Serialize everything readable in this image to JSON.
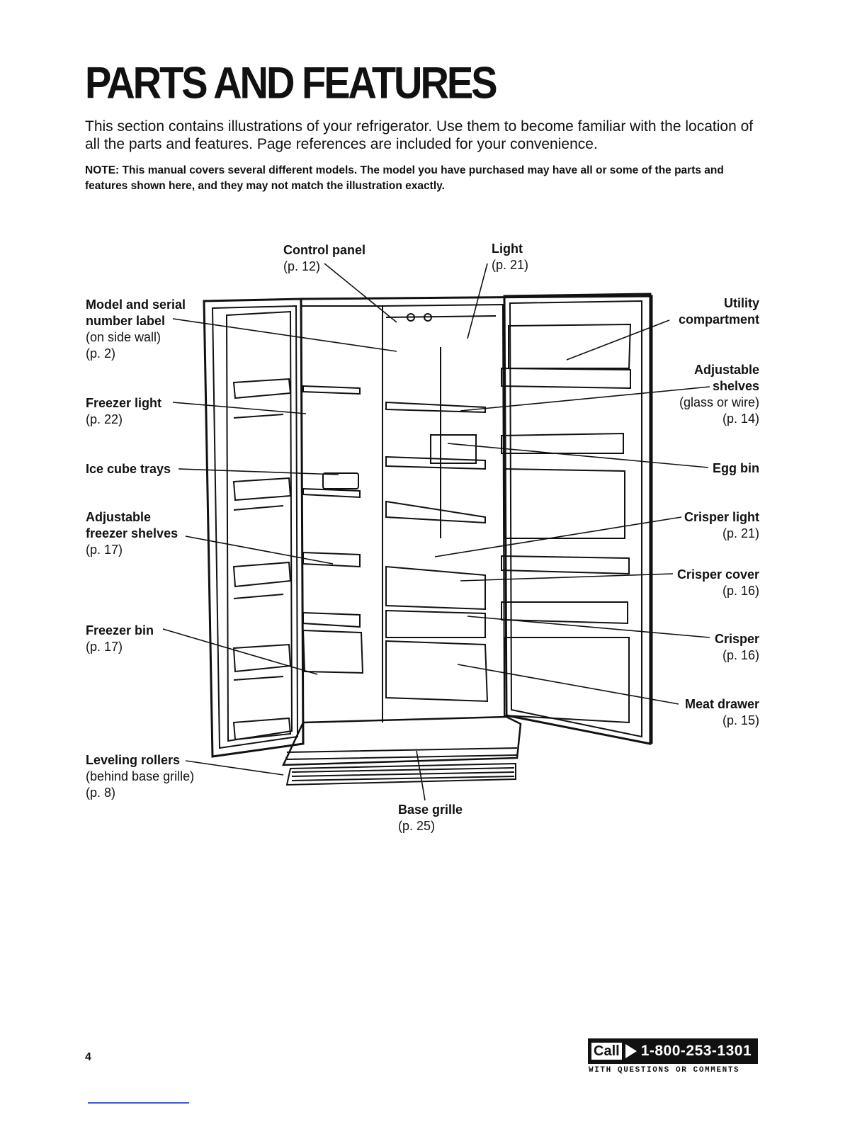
{
  "page": {
    "title": "PARTS AND FEATURES",
    "intro": "This section contains illustrations of your refrigerator. Use them to become familiar with the location of all the parts and features. Page references are included for your convenience.",
    "note": "NOTE: This manual covers several different models. The model you have purchased may have all or some of the parts and features shown here, and they may not match the illustration exactly.",
    "page_number": "4"
  },
  "labels": {
    "control_panel": {
      "name": "Control panel",
      "ref": "(p. 12)"
    },
    "light": {
      "name": "Light",
      "ref": "(p. 21)"
    },
    "model_label": {
      "line1": "Model and serial",
      "line2": "number label",
      "note": "(on side wall)",
      "ref": "(p. 2)"
    },
    "freezer_light": {
      "name": "Freezer light",
      "ref": "(p. 22)"
    },
    "ice_cube_trays": {
      "name": "Ice cube trays"
    },
    "adj_freezer_shelves": {
      "line1": "Adjustable",
      "line2": "freezer shelves",
      "ref": "(p. 17)"
    },
    "freezer_bin": {
      "name": "Freezer bin",
      "ref": "(p. 17)"
    },
    "leveling_rollers": {
      "name": "Leveling rollers",
      "note": "(behind base grille)",
      "ref": "(p. 8)"
    },
    "base_grille": {
      "name": "Base grille",
      "ref": "(p. 25)"
    },
    "utility_compartment": {
      "line1": "Utility",
      "line2": "compartment"
    },
    "adj_shelves": {
      "line1": "Adjustable",
      "line2": "shelves",
      "note": "(glass or wire)",
      "ref": "(p. 14)"
    },
    "egg_bin": {
      "name": "Egg bin"
    },
    "crisper_light": {
      "name": "Crisper light",
      "ref": "(p. 21)"
    },
    "crisper_cover": {
      "name": "Crisper cover",
      "ref": "(p. 16)"
    },
    "crisper": {
      "name": "Crisper",
      "ref": "(p. 16)"
    },
    "meat_drawer": {
      "name": "Meat drawer",
      "ref": "(p. 15)"
    }
  },
  "footer": {
    "call_word": "Call",
    "phone": "1-800-253-1301",
    "subline": "WITH QUESTIONS OR COMMENTS"
  }
}
